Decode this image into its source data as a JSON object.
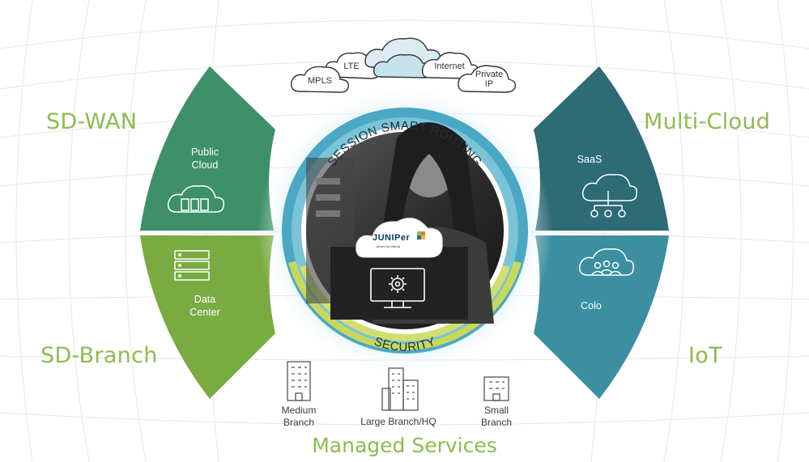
{
  "labels": {
    "sd_wan": "SD-WAN",
    "sd_branch": "SD-Branch",
    "multi_cloud": "Multi-Cloud",
    "iot": "IoT",
    "managed_services": "Managed Services"
  },
  "segments": {
    "public_cloud": "Public\nCloud",
    "data_center": "Data\nCenter",
    "saas": "SaaS",
    "colo": "Colo"
  },
  "ring": {
    "top_text": "SESSION SMART ROUTING",
    "bottom_text": "SECURITY"
  },
  "clouds": {
    "mpls": "MPLS",
    "lte": "LTE",
    "internet": "Internet",
    "private_ip": "Private\nIP"
  },
  "buildings": {
    "medium": "Medium\nBranch",
    "large": "Large Branch/HQ",
    "small": "Small\nBranch"
  },
  "logo": {
    "brand": "JUNIPer",
    "tagline": "driven by Mist AI"
  },
  "colors": {
    "green_dark": "#3e9068",
    "green_light": "#7aab41",
    "teal_dark": "#2d6b75",
    "teal_light": "#3b8fa0",
    "ring_blue": "#4aa8c4",
    "ring_yellow": "#c8d85a",
    "label_green": "#8dbb4e"
  },
  "icons": [
    "cloud-server-icon",
    "server-rack-icon",
    "cloud-network-icon",
    "cloud-people-icon",
    "monitor-gear-icon",
    "building-icon"
  ]
}
